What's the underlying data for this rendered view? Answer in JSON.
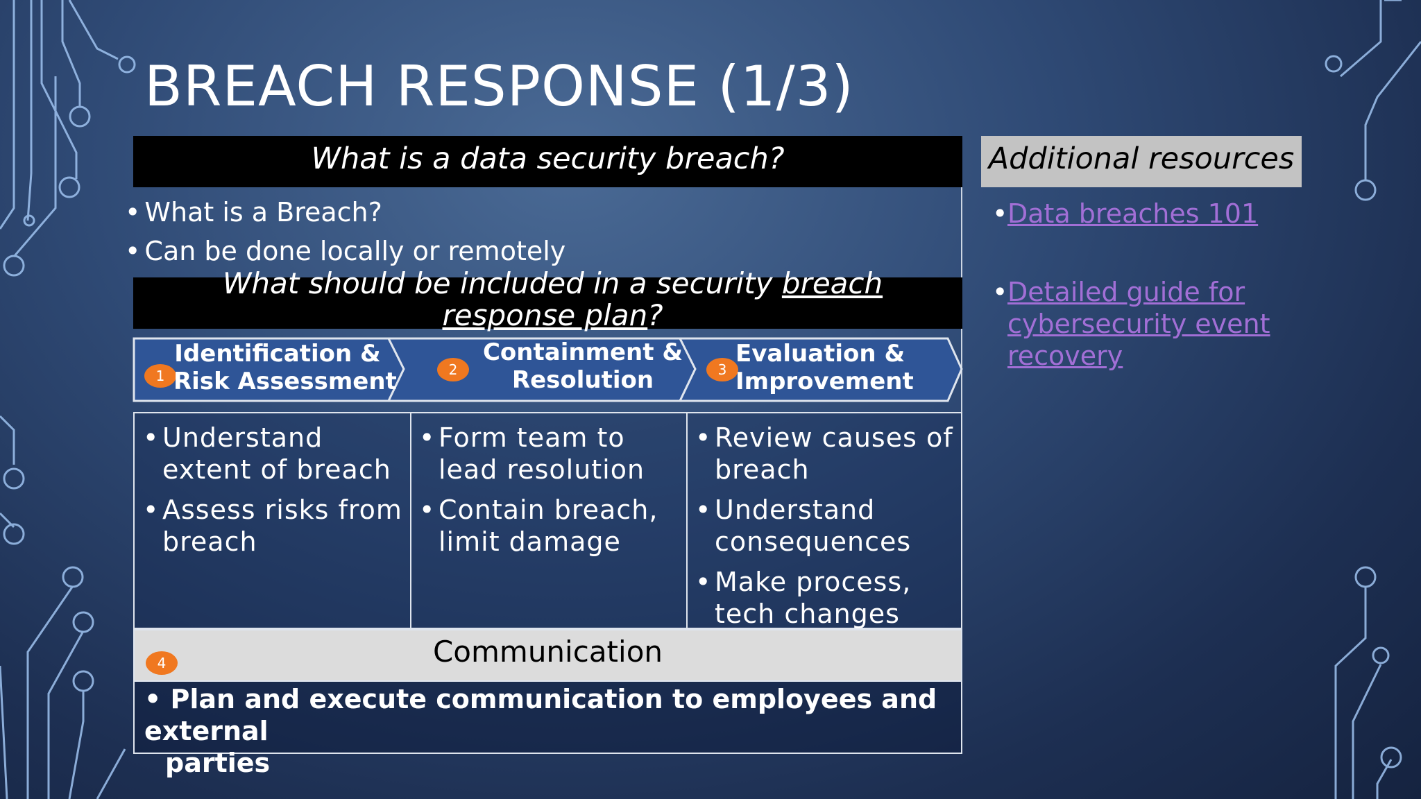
{
  "slide": {
    "title": "BREACH RESPONSE (1/3)",
    "section1": {
      "heading": "What is a data security breach?",
      "bullets": [
        "What is a Breach?",
        "Can be done locally or remotely"
      ]
    },
    "section2": {
      "heading_pre": "What should be included in a security ",
      "heading_link": "breach response plan",
      "heading_post": "?"
    },
    "steps": [
      {
        "number": "1",
        "line1": "Identification &",
        "line2": "Risk Assessment"
      },
      {
        "number": "2",
        "line1": "Containment &",
        "line2": "Resolution"
      },
      {
        "number": "3",
        "line1": "Evaluation &",
        "line2": "Improvement"
      }
    ],
    "columns": [
      {
        "items": [
          "Understand extent of breach",
          "Assess risks from breach"
        ]
      },
      {
        "items": [
          "Form team to lead resolution",
          "Contain breach, limit damage"
        ]
      },
      {
        "items": [
          "Review causes of breach",
          "Understand consequences",
          "Make process, tech changes"
        ]
      }
    ],
    "communication": {
      "number": "4",
      "title": "Communication",
      "line1": "• Plan and execute communication to employees and external",
      "line2": "parties"
    },
    "resources": {
      "heading": "Additional resources",
      "links": [
        {
          "label": "Data breaches 101"
        },
        {
          "line1": "Detailed guide for",
          "line2": "cybersecurity event",
          "line3": "recovery"
        }
      ]
    }
  },
  "colors": {
    "background": "#2f4a75",
    "step_fill": "#2f5597",
    "badge": "#f07820",
    "link": "#a26fd6",
    "resource_header": "#c3c3c3"
  }
}
